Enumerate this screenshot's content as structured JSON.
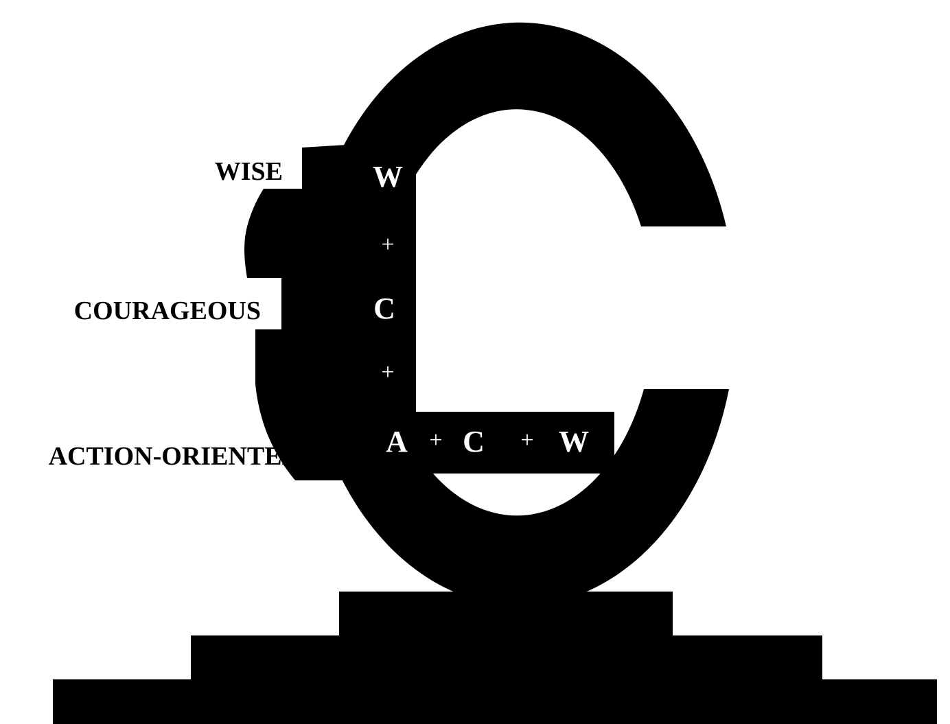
{
  "labels": {
    "wise": "WISE",
    "courageous": "COURAGEOUS",
    "action_oriented": "ACTION-ORIENTED"
  },
  "vertical_column": [
    "W",
    "+",
    "C",
    "+"
  ],
  "bottom_row": [
    "A",
    "+",
    "C",
    "+",
    "W"
  ],
  "colors": {
    "ink": "#000000",
    "paper": "#ffffff"
  }
}
